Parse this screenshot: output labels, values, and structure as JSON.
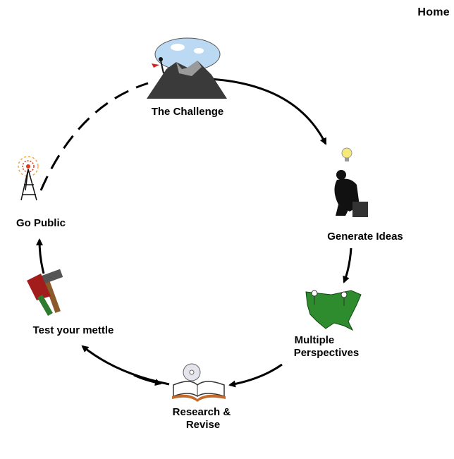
{
  "nav": {
    "home_label": "Home"
  },
  "cycle": {
    "stages": [
      {
        "id": "challenge",
        "label": "The Challenge",
        "icon": "mountain-climber-icon"
      },
      {
        "id": "generate",
        "label": "Generate Ideas",
        "icon": "thinker-lightbulb-icon"
      },
      {
        "id": "perspectives",
        "label_lines": [
          "Multiple",
          "Perspectives"
        ],
        "icon": "usa-map-icon"
      },
      {
        "id": "research",
        "label_lines": [
          "Research &",
          "Revise"
        ],
        "icon": "open-book-cd-icon"
      },
      {
        "id": "test",
        "label": "Test your mettle",
        "icon": "hammer-trowel-icon"
      },
      {
        "id": "public",
        "label": "Go Public",
        "icon": "broadcast-tower-icon"
      }
    ]
  },
  "colors": {
    "arrow": "#000000",
    "sky": "#bcd9f4",
    "mountain": "#3a3a3a",
    "map": "#2e8b2e",
    "bulb": "#f5e97a",
    "signal": "#e03a1e"
  }
}
